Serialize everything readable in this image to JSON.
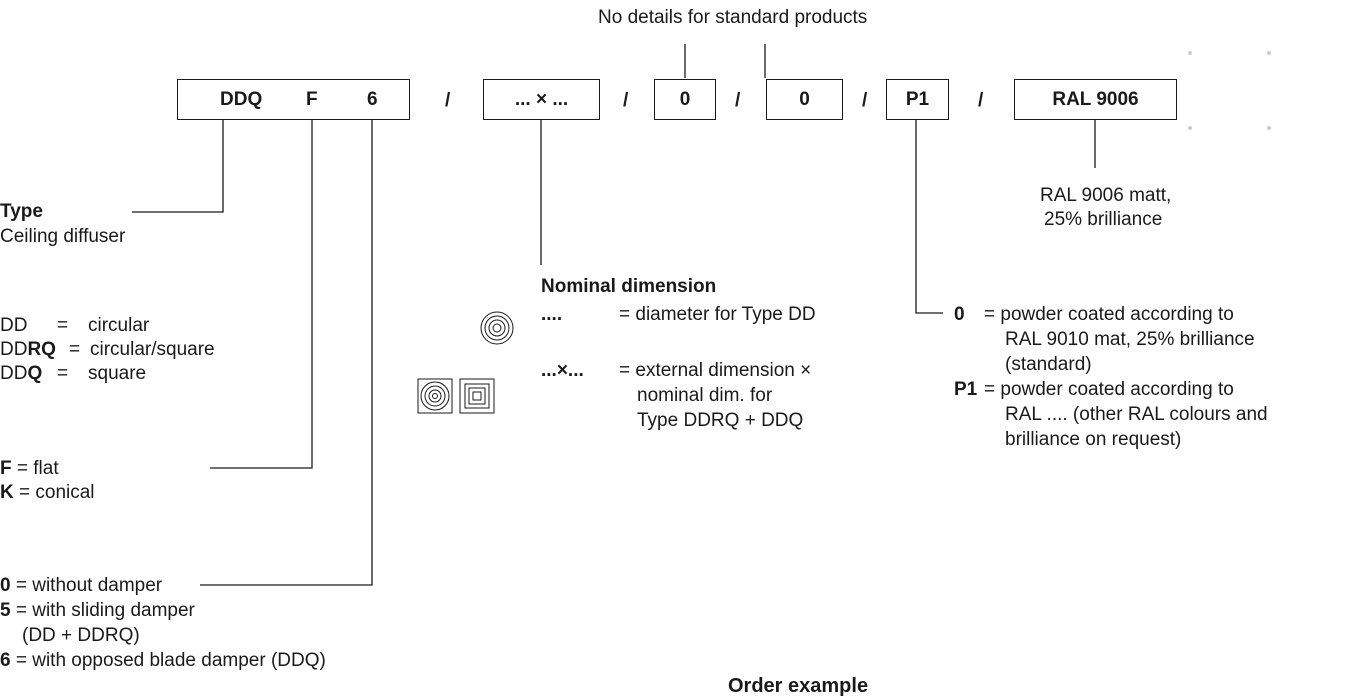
{
  "header_note": "No details for standard products",
  "code": {
    "seg1": [
      "DDQ",
      "F",
      "6"
    ],
    "seg2": "... × ...",
    "seg3": "0",
    "seg4": "0",
    "seg5": "P1",
    "seg6": "RAL 9006",
    "separator": "/"
  },
  "ral": {
    "line1": "RAL 9006 matt,",
    "line2": "25% brilliance"
  },
  "type": {
    "heading": "Type",
    "desc": "Ceiling diffuser"
  },
  "variants": [
    {
      "code_plain": "DD",
      "code_bold": "",
      "eq": "=",
      "desc": "circular"
    },
    {
      "code_plain": "DD",
      "code_bold": "RQ",
      "eq": "=",
      "desc": "circular/square"
    },
    {
      "code_plain": "DD",
      "code_bold": "Q",
      "eq": "=",
      "desc": "square"
    }
  ],
  "shape": [
    {
      "code": "F",
      "desc": "= flat"
    },
    {
      "code": "K",
      "desc": "= conical"
    }
  ],
  "damper": [
    {
      "code": "0",
      "desc": "= without damper"
    },
    {
      "code": "5",
      "desc": "= with sliding damper"
    },
    {
      "code": "",
      "desc": "(DD + DDRQ)"
    },
    {
      "code": "6",
      "desc": "= with opposed blade damper (DDQ)"
    }
  ],
  "nominal": {
    "heading": "Nominal dimension",
    "row1_code": "....",
    "row1_desc": "= diameter for Type DD",
    "row2_code": "...×...",
    "row2_desc1": "= external dimension ×",
    "row2_desc2": "nominal dim. for",
    "row2_desc3": "Type DDRQ  + DDQ"
  },
  "finish": [
    {
      "code": "0",
      "l1": "= powder coated according to",
      "l2": "RAL 9010 mat, 25% brilliance",
      "l3": "(standard)"
    },
    {
      "code": "P1",
      "l1": "= powder coated according to",
      "l2": "RAL .... (other RAL colours and",
      "l3": "brilliance on request)"
    }
  ],
  "footer_partial": "Order example"
}
